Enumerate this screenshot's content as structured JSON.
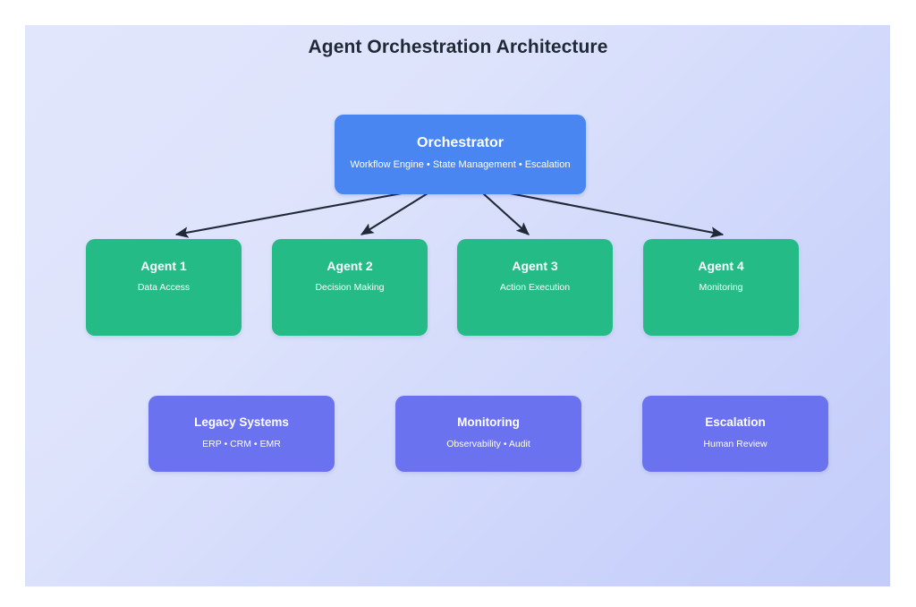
{
  "diagram": {
    "title": "Agent Orchestration Architecture",
    "background": {
      "gradient_from": "#e2e6fc",
      "gradient_to": "#c3ccfa",
      "page": "#ffffff"
    },
    "colors": {
      "orchestrator": "#4a86f2",
      "agent": "#25bb87",
      "support": "#6b72f0",
      "arrow": "#1f2937",
      "title_text": "#1f2937",
      "node_text": "#ffffff"
    },
    "orchestrator": {
      "title": "Orchestrator",
      "subtitle": "Workflow Engine • State Management • Escalation"
    },
    "agents": [
      {
        "title": "Agent 1",
        "subtitle": "Data Access"
      },
      {
        "title": "Agent 2",
        "subtitle": "Decision Making"
      },
      {
        "title": "Agent 3",
        "subtitle": "Action Execution"
      },
      {
        "title": "Agent 4",
        "subtitle": "Monitoring"
      }
    ],
    "support": [
      {
        "title": "Legacy Systems",
        "subtitle": "ERP • CRM • EMR"
      },
      {
        "title": "Monitoring",
        "subtitle": "Observability • Audit"
      },
      {
        "title": "Escalation",
        "subtitle": "Human Review"
      }
    ],
    "connections": [
      {
        "from": "Orchestrator",
        "to": "Agent 1",
        "style": "arrow"
      },
      {
        "from": "Orchestrator",
        "to": "Agent 2",
        "style": "arrow"
      },
      {
        "from": "Orchestrator",
        "to": "Agent 3",
        "style": "arrow"
      },
      {
        "from": "Orchestrator",
        "to": "Agent 4",
        "style": "arrow"
      }
    ]
  }
}
